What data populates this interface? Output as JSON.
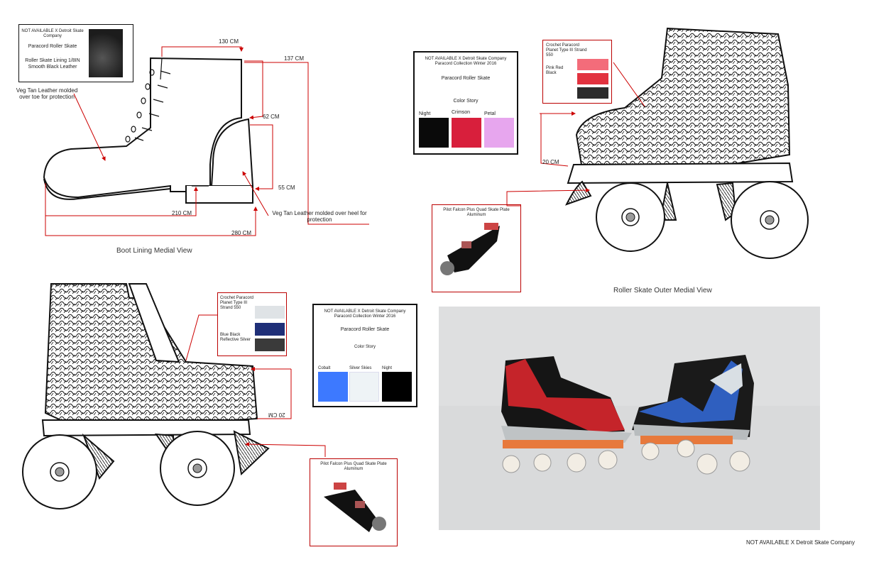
{
  "boot_lining": {
    "caption": "Boot Lining Medial View",
    "info_box": {
      "company": "NOT AVAILABLE X Detroit Skate Company",
      "product": "Paracord Roller Skate",
      "material": "Roller Skate Lining 1/8IN Smooth Black Leather"
    },
    "dims": {
      "top_width": "130 CM",
      "overall_height": "137 CM",
      "heel_height": "62 CM",
      "heel_base": "55 CM",
      "sole_partial": "210 CM",
      "sole_full": "280 CM"
    },
    "callouts": {
      "toe": "Veg Tan Leather molded over toe for protection",
      "heel": "Veg Tan Leather molded over heel for protection"
    }
  },
  "outer_medial": {
    "caption": "Roller Skate Outer Medial View",
    "color_card": {
      "company": "NOT AVAILABLE X Detroit Skate Company",
      "collection": "Paracord Collection Winter 2016",
      "product": "Paracord Roller Skate",
      "heading": "Color Story",
      "swatches": [
        {
          "name": "Night",
          "color": "#0a0a0a"
        },
        {
          "name": "Crimson",
          "color": "#d81f3c"
        },
        {
          "name": "Petal",
          "color": "#e7a6ee"
        }
      ]
    },
    "cord_box": {
      "title": "Crochet Paracord Planet Type III Strand 550",
      "colors": "Pink Red Black",
      "swatch_colors": [
        "#f36c7a",
        "#e2323f",
        "#2c2c2c"
      ]
    },
    "plate_box": {
      "title": "Pilot Falcon Plus Quad Skate Plate Aluminum"
    },
    "dim_sole": "20 CM"
  },
  "inner_medial": {
    "color_card": {
      "company": "NOT AVAILABLE X Detroit Skate Company",
      "collection": "Paracord Collection Winter 2016",
      "product": "Paracord Roller Skate",
      "heading": "Color Story",
      "swatches": [
        {
          "name": "Cobalt",
          "color": "#3d79ff"
        },
        {
          "name": "Silver Skies",
          "color": "#eef3f6"
        },
        {
          "name": "Night",
          "color": "#000000"
        }
      ]
    },
    "cord_box": {
      "title": "Crochet Paracord Planet Type III Strand 550",
      "colors": "Blue Black Reflective Silver",
      "swatch_colors": [
        "#dfe3e6",
        "#1f2f78",
        "#3a3a3a"
      ]
    },
    "plate_box": {
      "title": "Pilot Falcon Plus Quad Skate Plate Aluminum"
    },
    "dim_sole": "20 CM"
  },
  "footer": "NOT AVAILABLE X Detroit Skate Company"
}
